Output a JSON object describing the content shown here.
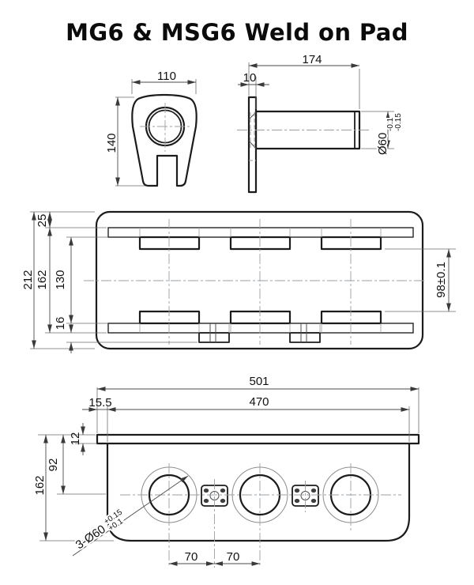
{
  "title": "MG6 & MSG6 Weld on Pad",
  "front_view": {
    "width": "110",
    "height": "140"
  },
  "side_view": {
    "length": "174",
    "flange_thickness": "10",
    "shaft_diameter": "Ø60",
    "tol_upper": "-0.1",
    "tol_lower": "-0.15"
  },
  "plan_view": {
    "overall_height": "212",
    "rail_outer_span": "162",
    "rail_inner_span": "130",
    "top_offset": "25",
    "tab_depth": "16",
    "pad_gap": "98±0.1"
  },
  "elevation_view": {
    "overall_width": "501",
    "inner_width": "470",
    "edge_offset": "15.5",
    "plate_thickness": "12",
    "center_height": "92",
    "overall_height": "162",
    "pitch_left": "70",
    "pitch_right": "70",
    "holes_callout": "3-Ø60",
    "holes_tol_upper": "+0.15",
    "holes_tol_lower": "+0.1"
  }
}
